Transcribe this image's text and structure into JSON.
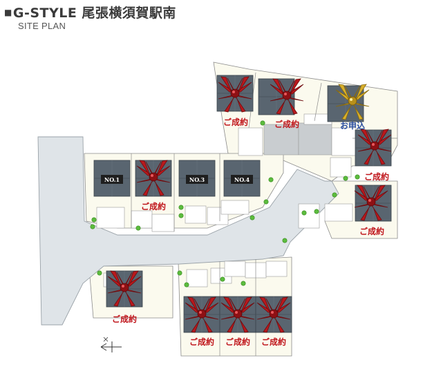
{
  "header": {
    "square": "■",
    "title": "G-STYLE 尾張横須賀駅南",
    "subtitle": "SITE PLAN"
  },
  "colors": {
    "road": "#dfe4e8",
    "lot": "#fbfaee",
    "roof": "#596570",
    "sold_ribbon": "#b8191d",
    "applied_ribbon": "#d8b02c",
    "sold_text": "#c0161c",
    "applied_text": "#2b4fa0",
    "tree": "#5cbc3e"
  },
  "lots": {
    "sold_label": "ご成約",
    "applied_label": "お申込",
    "no1": "NO.1",
    "no3": "NO.3",
    "no4": "NO.4"
  },
  "icons": {
    "north": "north-arrow-icon"
  }
}
